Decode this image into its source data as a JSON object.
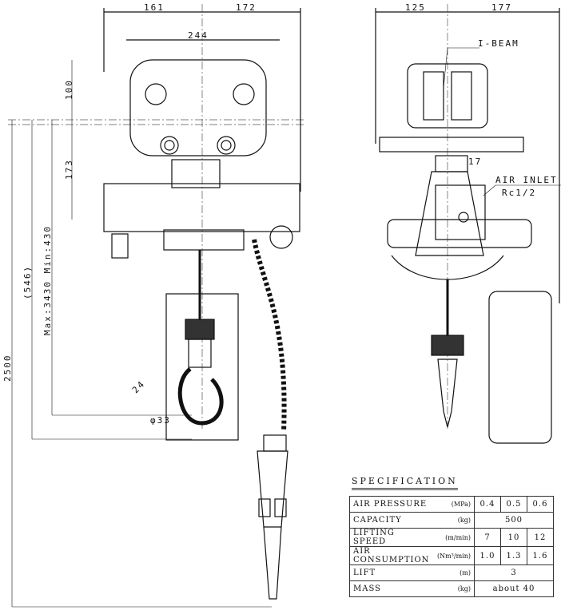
{
  "front_view": {
    "dims": {
      "top_left": "161",
      "top_right": "172",
      "trolley_width": "244",
      "upper_height": "100",
      "lower_height": "173",
      "ref_546": "(546)",
      "stroke": "Max:3430 Min:430",
      "total": "2500",
      "hook_throat": "24",
      "hook_dia": "φ33"
    }
  },
  "side_view": {
    "dims": {
      "left": "125",
      "right": "177",
      "inlet_offset": "17"
    },
    "callouts": {
      "beam": "I-BEAM",
      "inlet": "AIR INLET",
      "inlet_thread": "Rc1/2"
    }
  },
  "specification": {
    "title": "SPECIFICATION",
    "rows": [
      {
        "name": "AIR PRESSURE",
        "unit": "(MPa)",
        "values": [
          "0.4",
          "0.5",
          "0.6"
        ]
      },
      {
        "name": "CAPACITY",
        "unit": "(kg)",
        "value": "500"
      },
      {
        "name": "LIFTING SPEED",
        "unit": "(m/min)",
        "values": [
          "7",
          "10",
          "12"
        ]
      },
      {
        "name": "AIR CONSUMPTION",
        "unit": "(Nm³/min)",
        "values": [
          "1.0",
          "1.3",
          "1.6"
        ]
      },
      {
        "name": "LIFT",
        "unit": "(m)",
        "value": "3"
      },
      {
        "name": "MASS",
        "unit": "(kg)",
        "value": "about 40"
      }
    ]
  }
}
